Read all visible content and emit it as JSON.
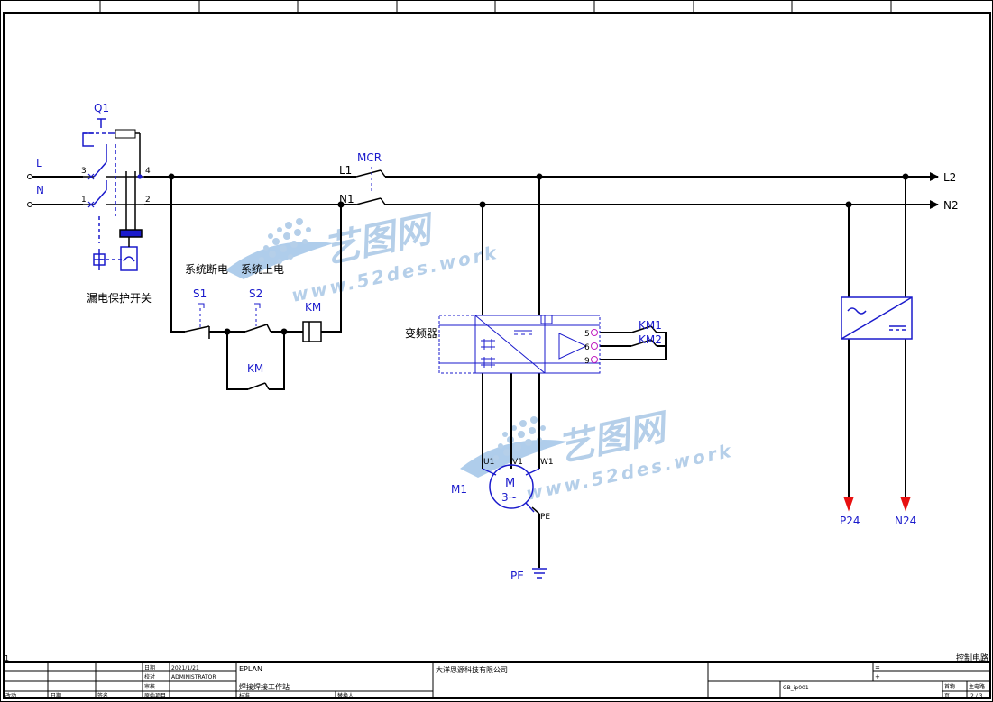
{
  "colors": {
    "wire": "#000000",
    "symbol": "#1a1acc",
    "label": "#1a1acc",
    "arrow": "#e81010",
    "watermark": "#7aa8d8"
  },
  "labels": {
    "L": "L",
    "N": "N",
    "Q1": "Q1",
    "term3": "3",
    "term1": "1",
    "term4": "4",
    "term2": "2",
    "breaker_caption": "漏电保护开关",
    "MCR": "MCR",
    "L1": "L1",
    "N1": "N1",
    "L2": "L2",
    "N2": "N2",
    "sys_off": "系统断电",
    "sys_on": "系统上电",
    "S1": "S1",
    "S2": "S2",
    "KM_coil": "KM",
    "KM_contact": "KM",
    "vfd": "变频器",
    "KM1": "KM1",
    "KM2": "KM2",
    "t5": "5",
    "t6": "6",
    "t9": "9",
    "U1": "U1",
    "V1": "V1",
    "W1": "W1",
    "M1": "M1",
    "motor_M": "M",
    "motor_3": "3~",
    "PE_term": "PE",
    "PE": "PE",
    "P24": "P24",
    "N24": "N24"
  },
  "watermark": {
    "brand": "艺图网",
    "url": "www.52des.work"
  },
  "title_block": {
    "corner_num": "1",
    "right_label": "控制电路",
    "date_label": "日期",
    "date": "2021/1/21",
    "checker_label": "校对",
    "checker": "ADMINISTRATOR",
    "review_label": "审核",
    "project_label": "原始项目",
    "brand": "EPLAN",
    "project": "焊接焊接工作站",
    "company": "大洋思源科技有限公司",
    "drawing_no": "GB_ip001",
    "change_label": "改动",
    "date_bottom": "日期",
    "name_bottom": "签名",
    "norm_label": "标准",
    "replace_label": "替换人",
    "eq1": "=",
    "eq2": "+",
    "func_label": "首物",
    "func": "主电路",
    "page_label": "页",
    "page": "2 / 3"
  }
}
